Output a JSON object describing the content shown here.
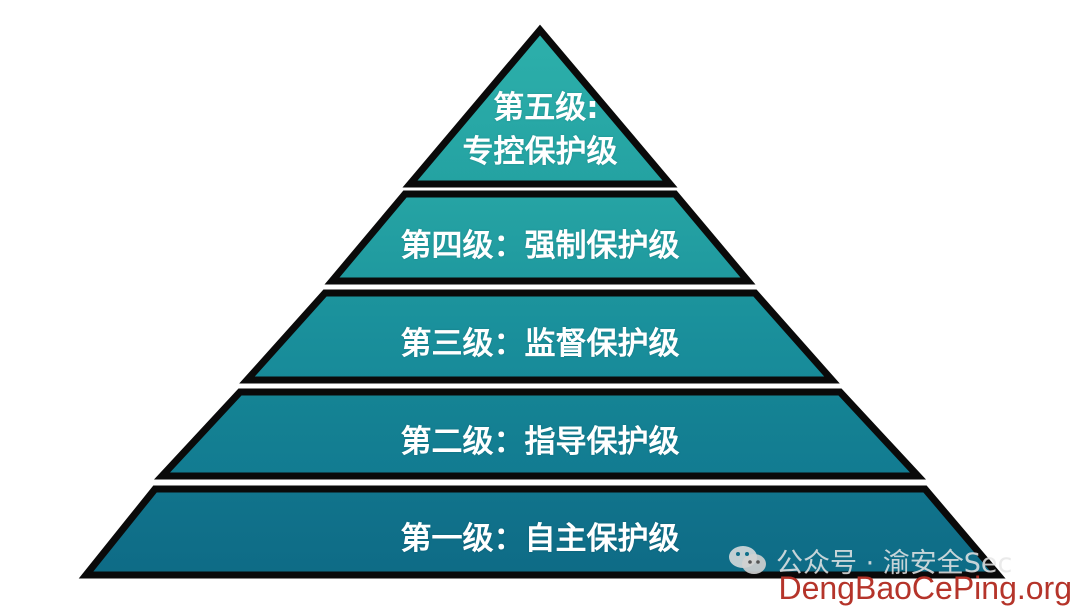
{
  "diagram": {
    "type": "pyramid",
    "title": "",
    "colors": {
      "tier5": "#2aa8a6",
      "tier4": "#24a0a2",
      "tier3": "#1a919c",
      "tier2": "#137f94",
      "tier1": "#0f6f8a",
      "outline": "#0a0a0a",
      "text": "#ffffff"
    },
    "tiers": [
      {
        "level": 5,
        "line1": "第五级:",
        "line2": "专控保护级",
        "label": "第五级：专控保护级"
      },
      {
        "level": 4,
        "label": "第四级：强制保护级"
      },
      {
        "level": 3,
        "label": "第三级：监督保护级"
      },
      {
        "level": 2,
        "label": "第二级：指导保护级"
      },
      {
        "level": 1,
        "label": "第一级：自主保护级"
      }
    ]
  },
  "watermarks": {
    "wechat": "公众号 · 渝安全Sec",
    "site": "DengBaoCePing.org",
    "site_color": "#b5342a"
  }
}
